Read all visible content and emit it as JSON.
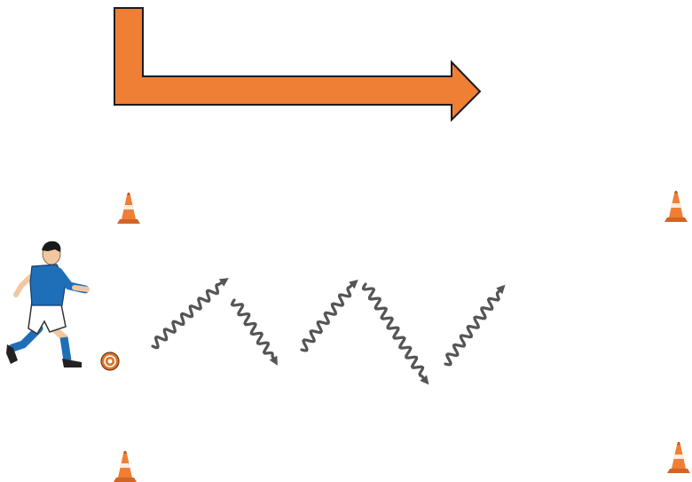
{
  "diagram": {
    "elements": [
      {
        "name": "direction-arrow",
        "kind": "l-shaped-arrow",
        "color": "#EE7F35",
        "outline": "#1a1a1a"
      },
      {
        "name": "cone-top-left",
        "kind": "cone"
      },
      {
        "name": "cone-top-right",
        "kind": "cone"
      },
      {
        "name": "cone-bottom-left",
        "kind": "cone"
      },
      {
        "name": "cone-bottom-right",
        "kind": "cone"
      },
      {
        "name": "soccer-player",
        "kind": "player-dribbling"
      },
      {
        "name": "soccer-ball",
        "kind": "ball"
      },
      {
        "name": "dribble-path-1",
        "kind": "wavy-arrow",
        "direction": "up-right"
      },
      {
        "name": "dribble-path-2",
        "kind": "wavy-arrow",
        "direction": "down-right"
      },
      {
        "name": "dribble-path-3",
        "kind": "wavy-arrow",
        "direction": "up-right"
      },
      {
        "name": "dribble-path-4",
        "kind": "wavy-arrow",
        "direction": "down-right"
      },
      {
        "name": "dribble-path-5",
        "kind": "wavy-arrow",
        "direction": "up-right"
      }
    ],
    "colors": {
      "arrow_fill": "#EE7F35",
      "cone": "#EE7F35",
      "path_arrow": "#555555",
      "jersey": "#1E6FB8",
      "shorts": "#ffffff",
      "socks": "#1E6FB8",
      "ball": "#D9772E"
    }
  }
}
